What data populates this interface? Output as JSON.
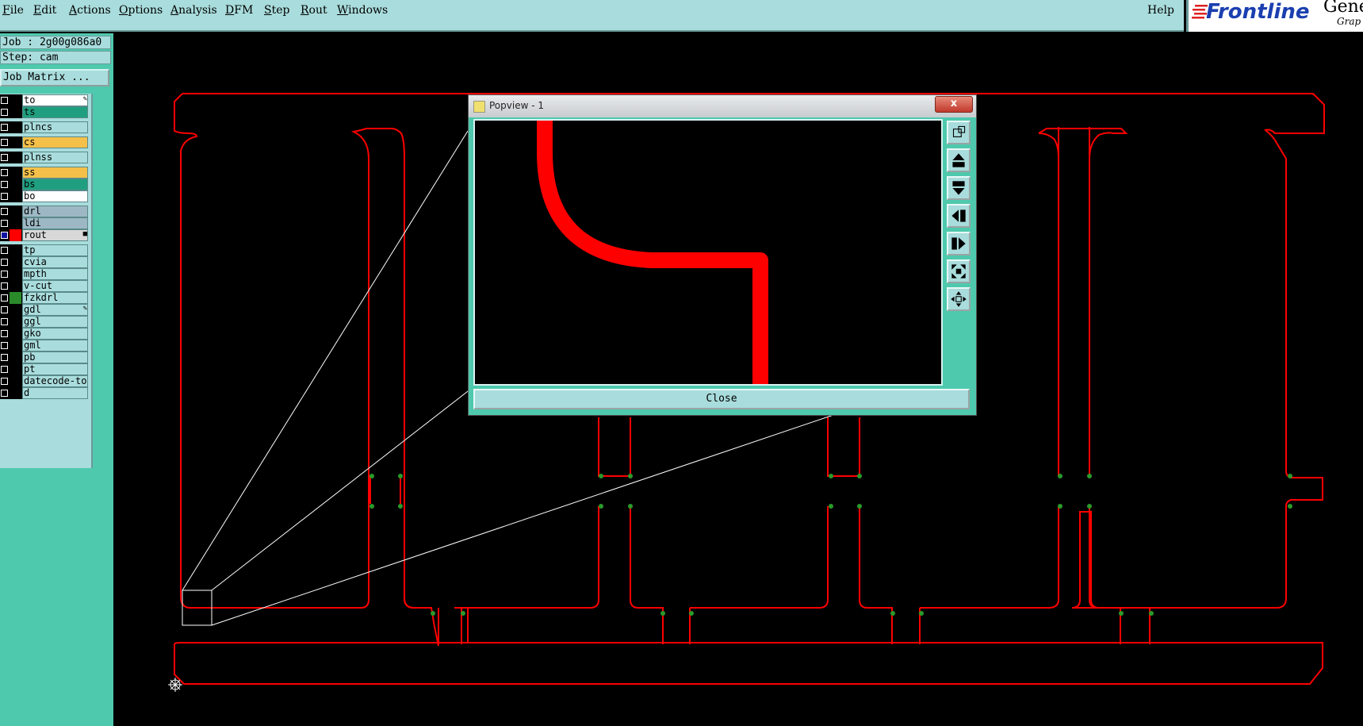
{
  "menubar": {
    "items": [
      {
        "label": "File",
        "ul": "F",
        "rest": "ile"
      },
      {
        "label": "Edit",
        "ul": "E",
        "rest": "dit"
      },
      {
        "label": "Actions",
        "ul": "A",
        "rest": "ctions"
      },
      {
        "label": "Options",
        "ul": "O",
        "rest": "ptions"
      },
      {
        "label": "Analysis",
        "ul": "A",
        "rest": "nalysis"
      },
      {
        "label": "DFM",
        "ul": "D",
        "rest": "FM"
      },
      {
        "label": "Step",
        "ul": "S",
        "rest": "tep"
      },
      {
        "label": "Rout",
        "ul": "R",
        "rest": "out"
      },
      {
        "label": "Windows",
        "ul": "W",
        "rest": "indows"
      }
    ],
    "help": "Help"
  },
  "logo": {
    "brand": "Frontline",
    "product": "Gene",
    "subtitle": "Grap"
  },
  "job": {
    "job_label": "Job : 2g00g086a0",
    "step_label": "Step: cam",
    "matrix_button": "Job Matrix ..."
  },
  "layers": [
    {
      "name": "to",
      "color": "#ffffff",
      "check": false,
      "swatch": "#000000",
      "mark": "pen"
    },
    {
      "name": "ts",
      "color": "#1f9f7f",
      "check": false,
      "swatch": "#000000"
    },
    {
      "name": "plncs",
      "color": "#a9dcdc",
      "check": false,
      "swatch": "#000000"
    },
    {
      "name": "cs",
      "color": "#f5c04a",
      "check": false,
      "swatch": "#000000"
    },
    {
      "name": "plnss",
      "color": "#a9dcdc",
      "check": false,
      "swatch": "#000000"
    },
    {
      "name": "ss",
      "color": "#f5c04a",
      "check": false,
      "swatch": "#000000"
    },
    {
      "name": "bs",
      "color": "#1f9f7f",
      "check": false,
      "swatch": "#000000"
    },
    {
      "name": "bo",
      "color": "#ffffff",
      "check": false,
      "swatch": "#000000"
    },
    {
      "name": "drl",
      "color": "#9db8c4",
      "check": false,
      "swatch": "#000000"
    },
    {
      "name": "ldi",
      "color": "#9db8c4",
      "check": false,
      "swatch": "#000000"
    },
    {
      "name": "rout",
      "color": "#d8d8d8",
      "check": true,
      "swatch": "#ff0000",
      "mark": "square"
    },
    {
      "name": "tp",
      "color": "#a9dcdc",
      "check": false,
      "swatch": "#000000"
    },
    {
      "name": "cvia",
      "color": "#a9dcdc",
      "check": false,
      "swatch": "#000000"
    },
    {
      "name": "mpth",
      "color": "#a9dcdc",
      "check": false,
      "swatch": "#000000"
    },
    {
      "name": "v-cut",
      "color": "#a9dcdc",
      "check": false,
      "swatch": "#000000"
    },
    {
      "name": "fzkdrl",
      "color": "#a9dcdc",
      "check": false,
      "swatch": "#2a8a2a"
    },
    {
      "name": "gdl",
      "color": "#a9dcdc",
      "check": false,
      "swatch": "#000000",
      "mark": "pen"
    },
    {
      "name": "ggl",
      "color": "#a9dcdc",
      "check": false,
      "swatch": "#000000"
    },
    {
      "name": "gko",
      "color": "#a9dcdc",
      "check": false,
      "swatch": "#000000"
    },
    {
      "name": "gml",
      "color": "#a9dcdc",
      "check": false,
      "swatch": "#000000"
    },
    {
      "name": "pb",
      "color": "#a9dcdc",
      "check": false,
      "swatch": "#000000"
    },
    {
      "name": "pt",
      "color": "#a9dcdc",
      "check": false,
      "swatch": "#000000"
    },
    {
      "name": "datecode-to",
      "color": "#a9dcdc",
      "check": false,
      "swatch": "#000000"
    },
    {
      "name": "d",
      "color": "#a9dcdc",
      "check": false,
      "swatch": "#000000"
    }
  ],
  "popview": {
    "title": "Popview - 1",
    "close_x": "x",
    "close_button": "Close",
    "tools": [
      "zoom-window-icon",
      "pan-up-icon",
      "pan-down-icon",
      "pan-left-icon",
      "pan-right-icon",
      "zoom-in-icon",
      "zoom-out-icon"
    ]
  },
  "colors": {
    "rout": "#ff0000",
    "pad": "#2a9a2a",
    "menubar": "#a9dcdc",
    "panel": "#4fc9ad",
    "canvas": "#000000"
  }
}
